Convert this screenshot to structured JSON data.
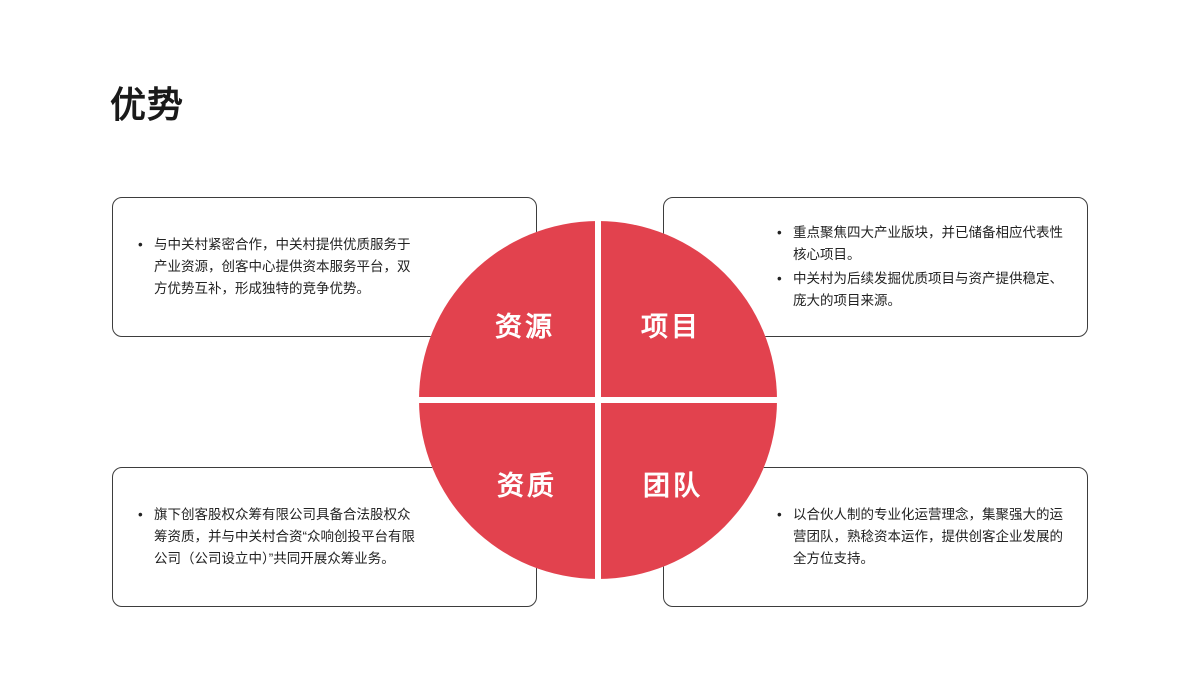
{
  "slide": {
    "title": "优势",
    "accent_color": "#e2424e"
  },
  "quadrants": {
    "top_left": "资源",
    "top_right": "项目",
    "bottom_left": "资质",
    "bottom_right": "团队"
  },
  "boxes": {
    "top_left": {
      "items": [
        "与中关村紧密合作，中关村提供优质服务于产业资源，创客中心提供资本服务平台，双方优势互补，形成独特的竞争优势。"
      ]
    },
    "top_right": {
      "items": [
        "重点聚焦四大产业版块，并已储备相应代表性核心项目。",
        "中关村为后续发掘优质项目与资产提供稳定、庞大的项目来源。"
      ]
    },
    "bottom_left": {
      "items": [
        "旗下创客股权众筹有限公司具备合法股权众筹资质，并与中关村合资“众响创投平台有限公司（公司设立中）”共同开展众筹业务。"
      ]
    },
    "bottom_right": {
      "items": [
        "以合伙人制的专业化运营理念，集聚强大的运营团队，熟稔资本运作，提供创客企业发展的全方位支持。"
      ]
    }
  }
}
